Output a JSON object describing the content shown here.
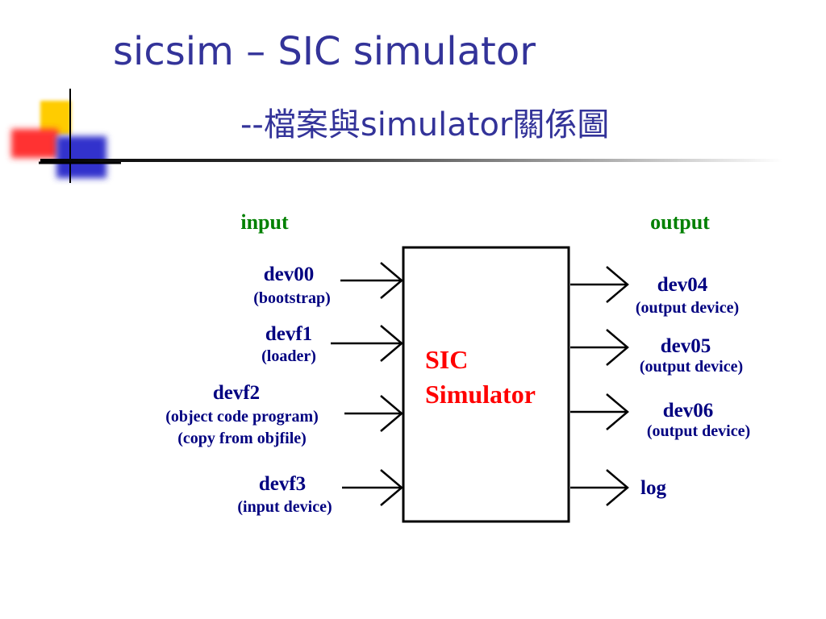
{
  "slide": {
    "title_line1": "sicsim – SIC simulator",
    "title_line2": "--檔案與simulator關係圖"
  },
  "diagram": {
    "input_heading": "input",
    "output_heading": "output",
    "box_line1": "SIC",
    "box_line2": "Simulator",
    "inputs": [
      {
        "name": "dev00",
        "desc": "(bootstrap)",
        "desc2": ""
      },
      {
        "name": "devf1",
        "desc": "(loader)",
        "desc2": ""
      },
      {
        "name": "devf2",
        "desc": "(object code program)",
        "desc2": "(copy from objfile)"
      },
      {
        "name": "devf3",
        "desc": "(input device)",
        "desc2": ""
      }
    ],
    "outputs": [
      {
        "name": "dev04",
        "desc": "(output device)"
      },
      {
        "name": "dev05",
        "desc": "(output device)"
      },
      {
        "name": "dev06",
        "desc": "(output device)"
      },
      {
        "name": "log",
        "desc": ""
      }
    ]
  },
  "colors": {
    "title": "#333399",
    "heading": "#008000",
    "device_label": "#000080",
    "box_text": "#ff0000",
    "box_border": "#000000",
    "logo_yellow": "#ffcc00",
    "logo_red": "#ff3333",
    "logo_blue": "#3333cc"
  },
  "icons": {
    "logo": "blurred-squares-crosshair-logo",
    "arrow": "open-arrowhead"
  }
}
